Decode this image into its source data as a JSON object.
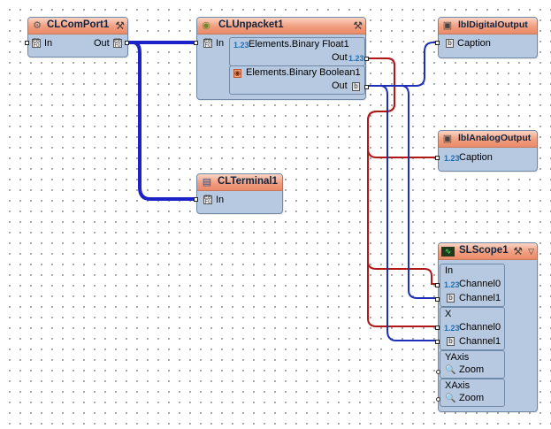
{
  "components": {
    "comport": {
      "title": "CLComPort1",
      "in": "In",
      "out": "Out"
    },
    "unpacket": {
      "title": "CLUnpacket1",
      "in": "In",
      "float_element": "Elements.Binary Float1",
      "float_out": "Out",
      "bool_element": "Elements.Binary Boolean1",
      "bool_out": "Out"
    },
    "terminal": {
      "title": "CLTerminal1",
      "in": "In"
    },
    "digital": {
      "title": "lblDigitalOutput",
      "caption": "Caption"
    },
    "analog": {
      "title": "lblAnalogOutput",
      "caption": "Caption"
    },
    "scope": {
      "title": "SLScope1",
      "in_group": "In",
      "in_ch0": "Channel0",
      "in_ch1": "Channel1",
      "x_group": "X",
      "x_ch0": "Channel0",
      "x_ch1": "Channel1",
      "yaxis": "YAxis",
      "yzoom": "Zoom",
      "xaxis": "XAxis",
      "xzoom": "Zoom"
    }
  },
  "badges": {
    "analog": "1.23",
    "bool": "b"
  },
  "wire_colors": {
    "data": "#1a22c8",
    "analog": "#b01818",
    "digital": "#1c2fb8"
  },
  "icons": {
    "comport": "serial-port-icon",
    "unpacket": "packet-icon",
    "terminal": "terminal-icon",
    "label": "label-icon",
    "scope": "scope-icon",
    "tools": "tools-icon",
    "zoom": "zoom-icon"
  }
}
